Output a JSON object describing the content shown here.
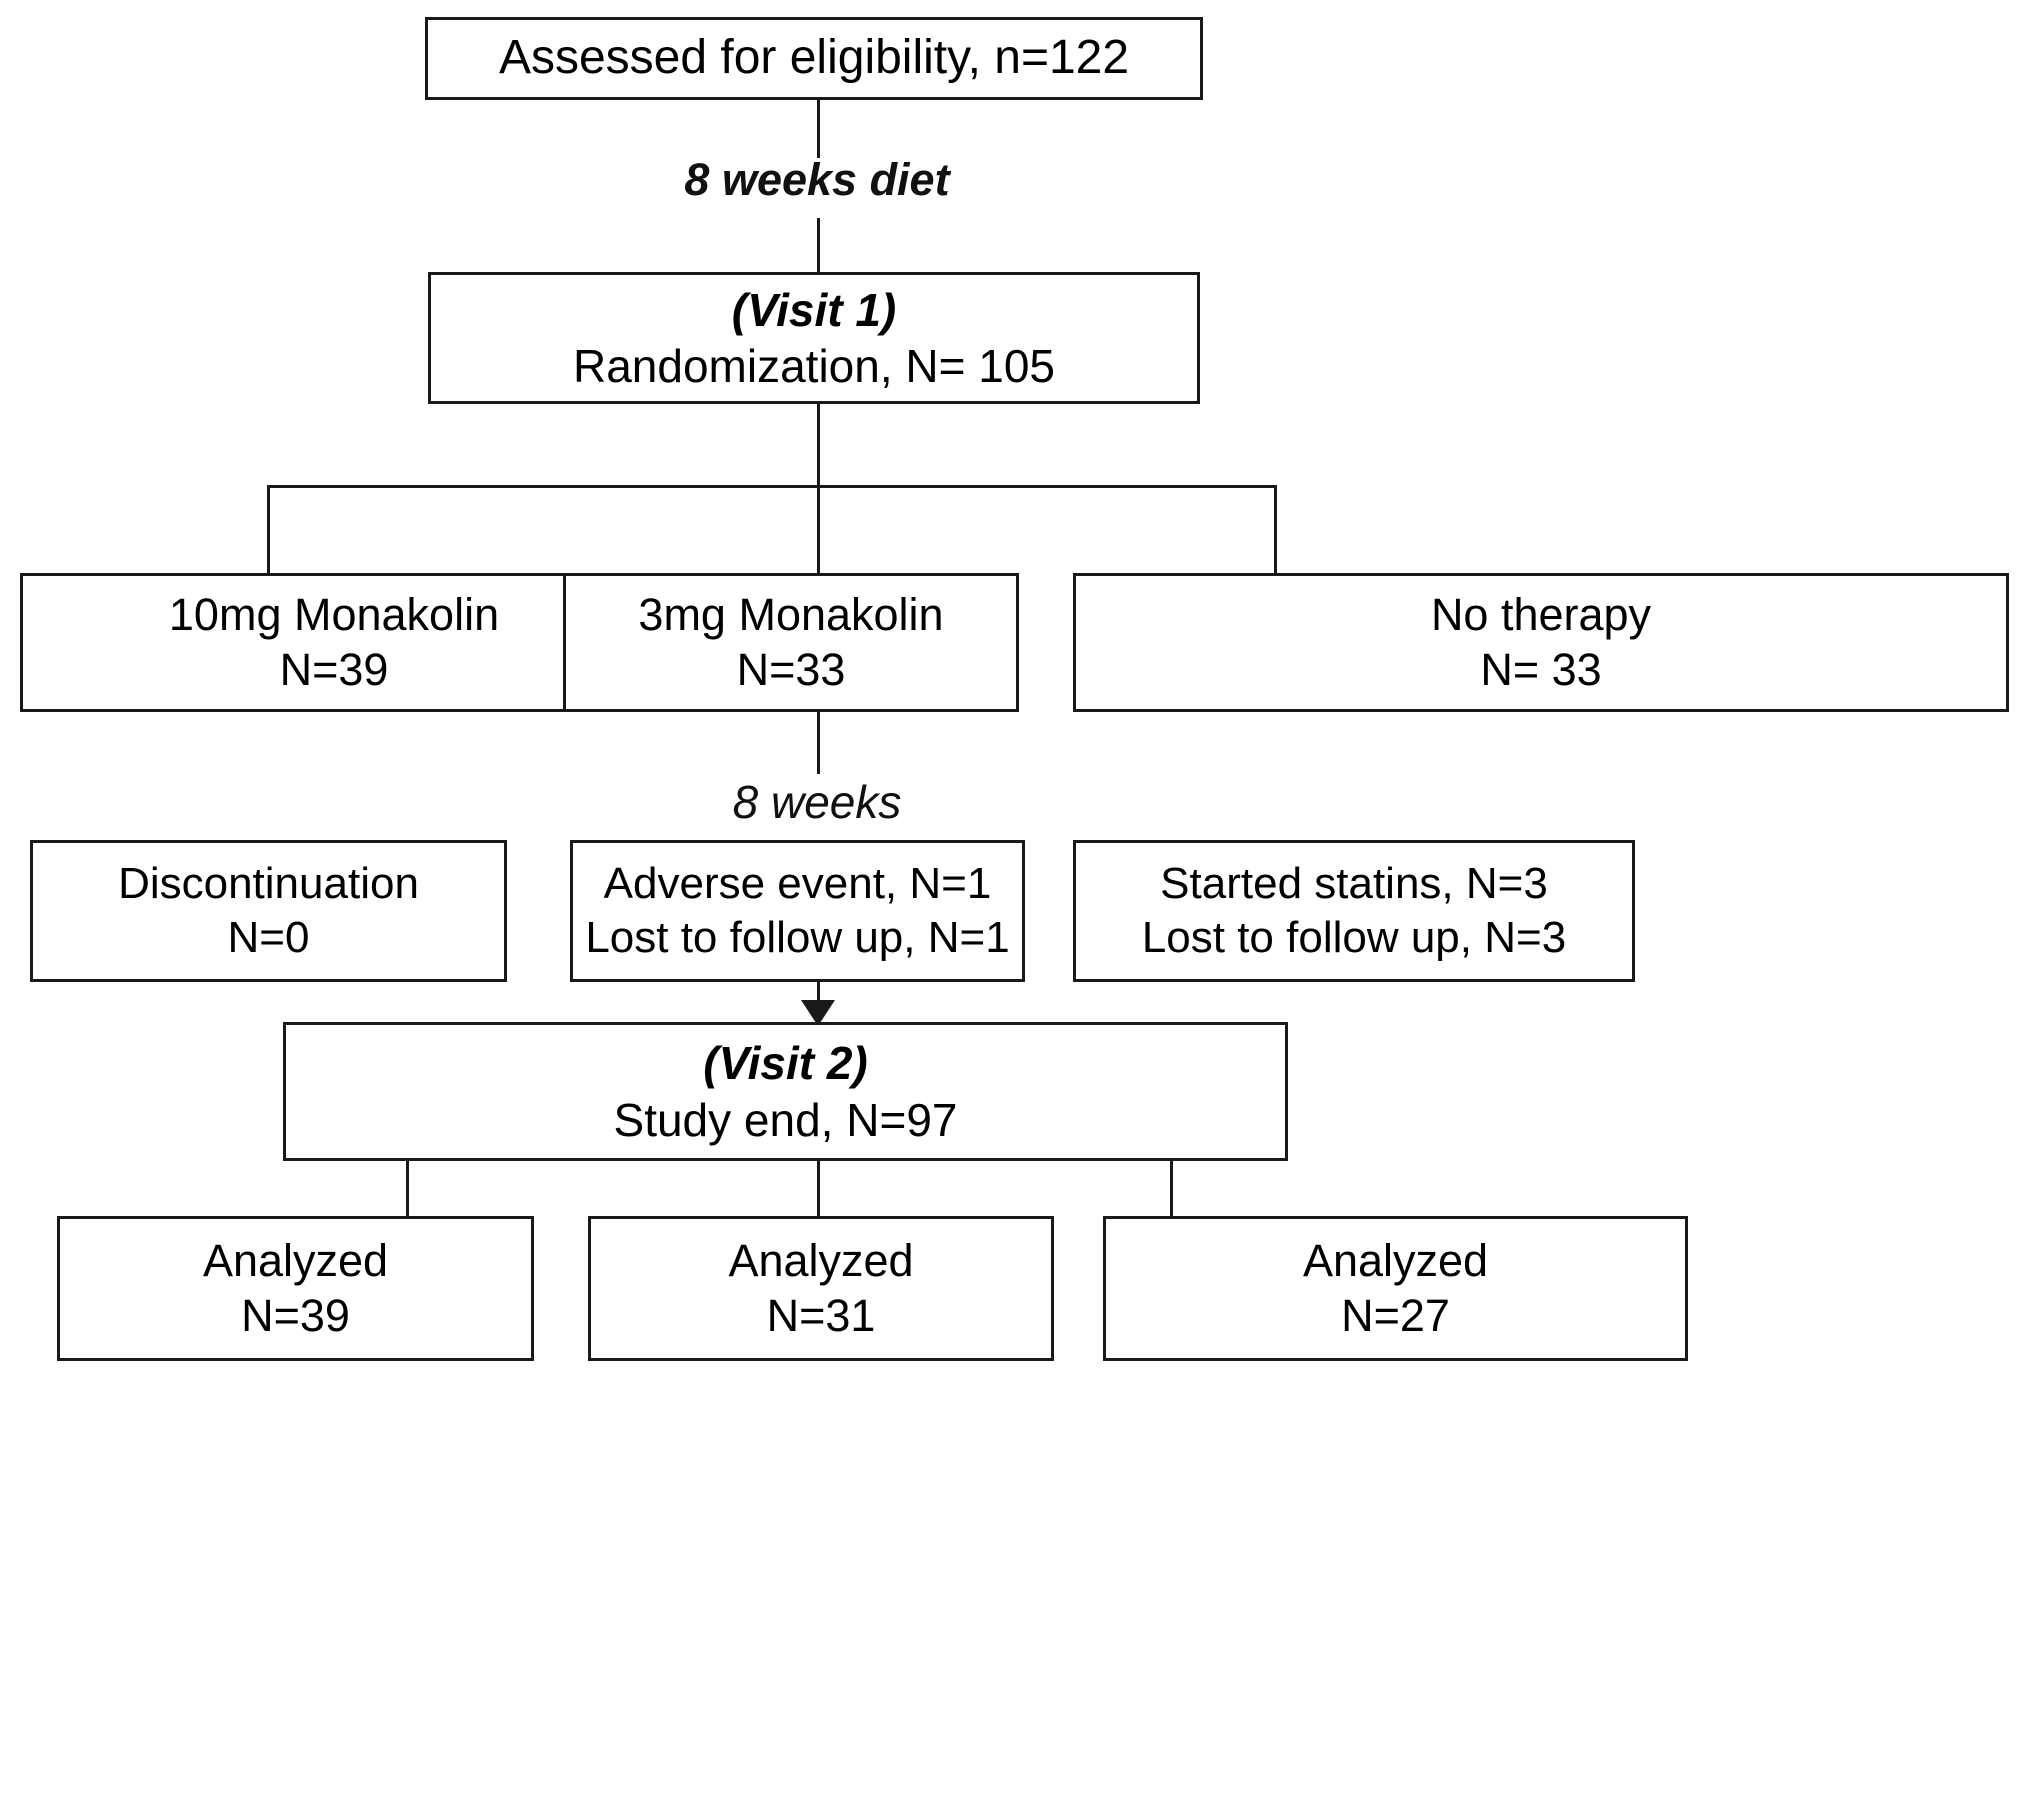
{
  "diagram": {
    "title": "CONSORT participant flow diagram",
    "type": "flowchart",
    "stroke_color": "#1a1a1a",
    "background_color": "#ffffff",
    "nodes": {
      "eligibility": {
        "text": "Assessed for eligibility, n=122"
      },
      "visit1": {
        "heading": "(Visit 1)",
        "body": "Randomization, N= 105"
      },
      "arm_left": {
        "line1": "10mg Monakolin",
        "line2": "N=39"
      },
      "arm_mid": {
        "line1": "3mg Monakolin",
        "line2": "N=33"
      },
      "arm_right": {
        "line1": "No therapy",
        "line2": "N= 33"
      },
      "drop_left": {
        "line1": "Discontinuation",
        "line2": "N=0"
      },
      "drop_mid": {
        "line1": "Adverse event, N=1",
        "line2": "Lost to follow up, N=1"
      },
      "drop_right": {
        "line1": "Started statins, N=3",
        "line2": "Lost to follow up, N=3"
      },
      "visit2": {
        "heading": "(Visit 2)",
        "body": "Study end, N=97"
      },
      "analyzed_left": {
        "line1": "Analyzed",
        "line2": "N=39"
      },
      "analyzed_mid": {
        "line1": "Analyzed",
        "line2": "N=31"
      },
      "analyzed_right": {
        "line1": "Analyzed",
        "line2": "N=27"
      }
    },
    "edge_labels": {
      "diet_phase": "8 weeks diet",
      "treatment_phase": "8 weeks"
    }
  }
}
